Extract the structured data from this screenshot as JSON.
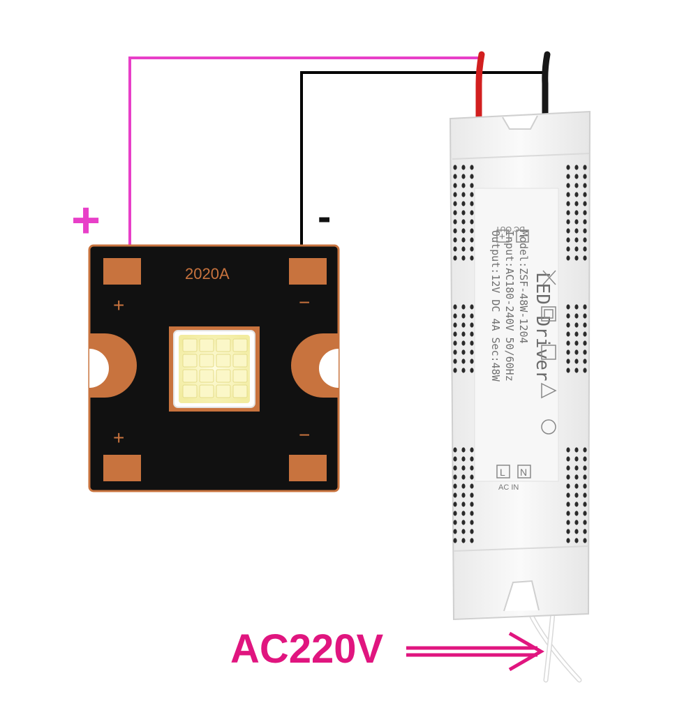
{
  "labels": {
    "positive_sign": "+",
    "negative_sign": "-",
    "ac_input": "AC220V"
  },
  "led_board": {
    "model": "2020A",
    "pad_plus_top": "+",
    "pad_minus_top": "−",
    "pad_plus_bottom": "+",
    "pad_minus_bottom": "−"
  },
  "driver": {
    "title": "LED Driver",
    "model_line": "Model:ZSF-48W-1204",
    "input_line": "Input:AC180-240V 50/60Hz",
    "output_line": "Output:12V DC 4A Sec:48W",
    "dc_out_label": "DC OUT",
    "dc_plus": "+",
    "dc_minus": "−",
    "ac_in_label": "AC IN",
    "ac_l": "L",
    "ac_n": "N"
  },
  "colors": {
    "positive_wire": "#e83fc8",
    "negative_wire": "#000000",
    "ac_label": "#e0157f",
    "board": "#111111",
    "copper": "#c8733e",
    "driver_body": "#f3f3f3"
  }
}
